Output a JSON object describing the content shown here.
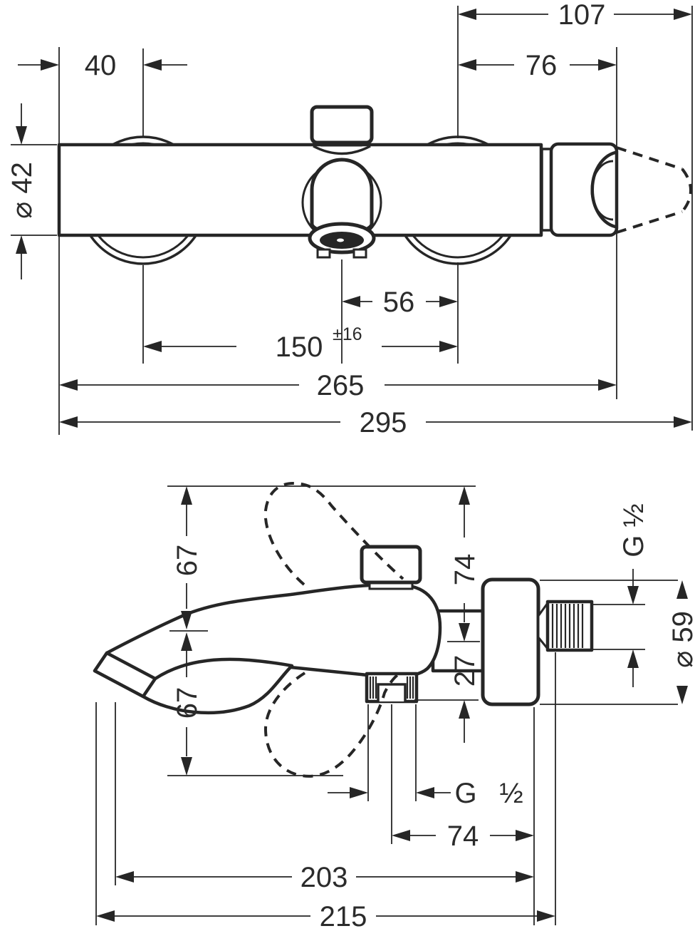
{
  "colors": {
    "line": "#262626",
    "background": "#ffffff"
  },
  "top_view": {
    "dims": {
      "total_width": "295",
      "body_width": "265",
      "union_centers": "150",
      "union_centers_tol": "±16",
      "spout_to_union": "56",
      "end_to_union": "40",
      "union_to_body_end": "76",
      "union_to_wall": "107",
      "body_diameter": "⌀ 42"
    }
  },
  "side_view": {
    "dims": {
      "swivel_up": "67",
      "swivel_down": "67",
      "top_to_axis": "74",
      "axis_to_outlet": "27",
      "wall_thread": "G ½",
      "rose_diameter": "⌀ 59",
      "outlet_thread_g": "G",
      "outlet_thread_half": "½",
      "center_depth": "74",
      "spout_depth": "203",
      "total_depth": "215"
    }
  }
}
